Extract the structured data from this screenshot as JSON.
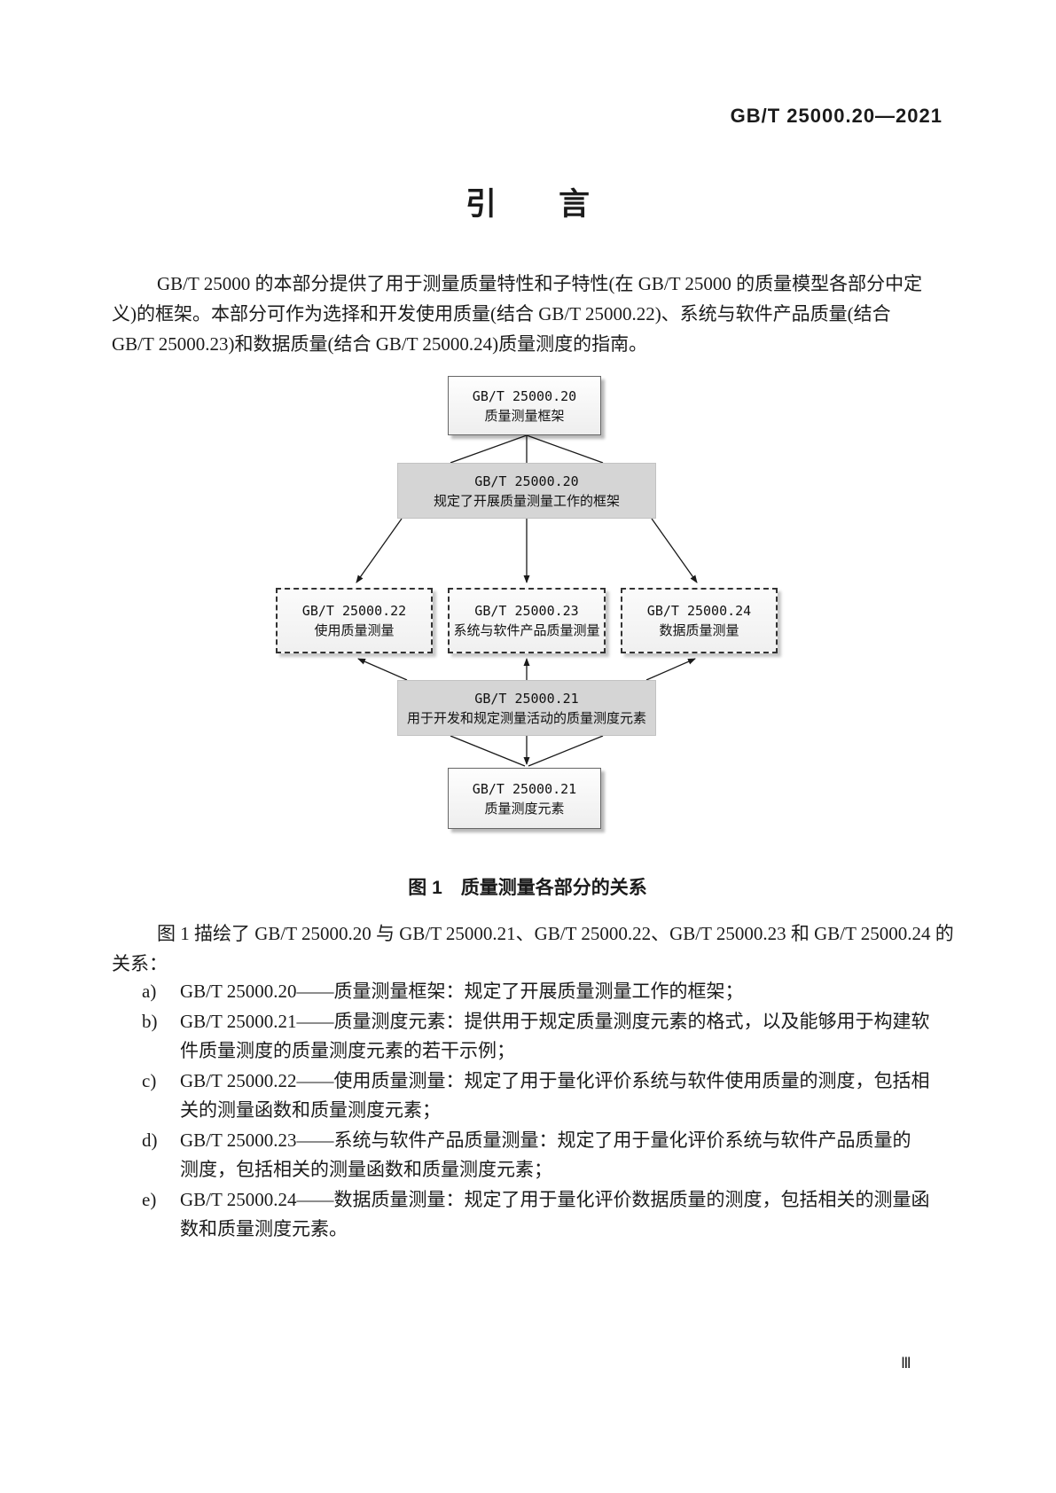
{
  "page": {
    "header": "GB/T 25000.20—2021",
    "title": "引　　言",
    "page_number": "Ⅲ"
  },
  "intro": {
    "lines": [
      "GB/T 25000 的本部分提供了用于测量质量特性和子特性(在 GB/T 25000 的质量模型各部分中定",
      "义)的框架。本部分可作为选择和开发使用质量(结合 GB/T 25000.22)、系统与软件产品质量(结合",
      "GB/T 25000.23)和数据质量(结合 GB/T 25000.24)质量测度的指南。"
    ]
  },
  "figure": {
    "caption": "图 1　质量测量各部分的关系",
    "boxes": {
      "top": {
        "code": "GB/T 25000.20",
        "label": "质量测量框架"
      },
      "gray1": {
        "code": "GB/T 25000.20",
        "label": "规定了开展质量测量工作的框架"
      },
      "d22": {
        "code": "GB/T 25000.22",
        "label": "使用质量测量"
      },
      "d23": {
        "code": "GB/T 25000.23",
        "label": "系统与软件产品质量测量"
      },
      "d24": {
        "code": "GB/T 25000.24",
        "label": "数据质量测量"
      },
      "gray2": {
        "code": "GB/T 25000.21",
        "label": "用于开发和规定测量活动的质量测度元素"
      },
      "bottom": {
        "code": "GB/T 25000.21",
        "label": "质量测度元素"
      }
    }
  },
  "after_figure": {
    "lines": [
      "图 1 描绘了 GB/T 25000.20 与 GB/T 25000.21、GB/T 25000.22、GB/T 25000.23 和 GB/T 25000.24 的",
      "关系："
    ]
  },
  "list": {
    "items": [
      {
        "marker": "a)",
        "lines": [
          "GB/T 25000.20——质量测量框架：规定了开展质量测量工作的框架；"
        ]
      },
      {
        "marker": "b)",
        "lines": [
          "GB/T 25000.21——质量测度元素：提供用于规定质量测度元素的格式，以及能够用于构建软",
          "件质量测度的质量测度元素的若干示例；"
        ]
      },
      {
        "marker": "c)",
        "lines": [
          "GB/T 25000.22——使用质量测量：规定了用于量化评价系统与软件使用质量的测度，包括相",
          "关的测量函数和质量测度元素；"
        ]
      },
      {
        "marker": "d)",
        "lines": [
          "GB/T 25000.23——系统与软件产品质量测量：规定了用于量化评价系统与软件产品质量的",
          "测度，包括相关的测量函数和质量测度元素；"
        ]
      },
      {
        "marker": "e)",
        "lines": [
          "GB/T 25000.24——数据质量测量：规定了用于量化评价数据质量的测度，包括相关的测量函",
          "数和质量测度元素。"
        ]
      }
    ]
  },
  "colors": {
    "text": "#1b1b1b",
    "gray_box_fill": "#d5d5d5",
    "white_box_fill": "#f7f7f7",
    "box_border": "#444444",
    "arrow": "#1a1a1a"
  }
}
